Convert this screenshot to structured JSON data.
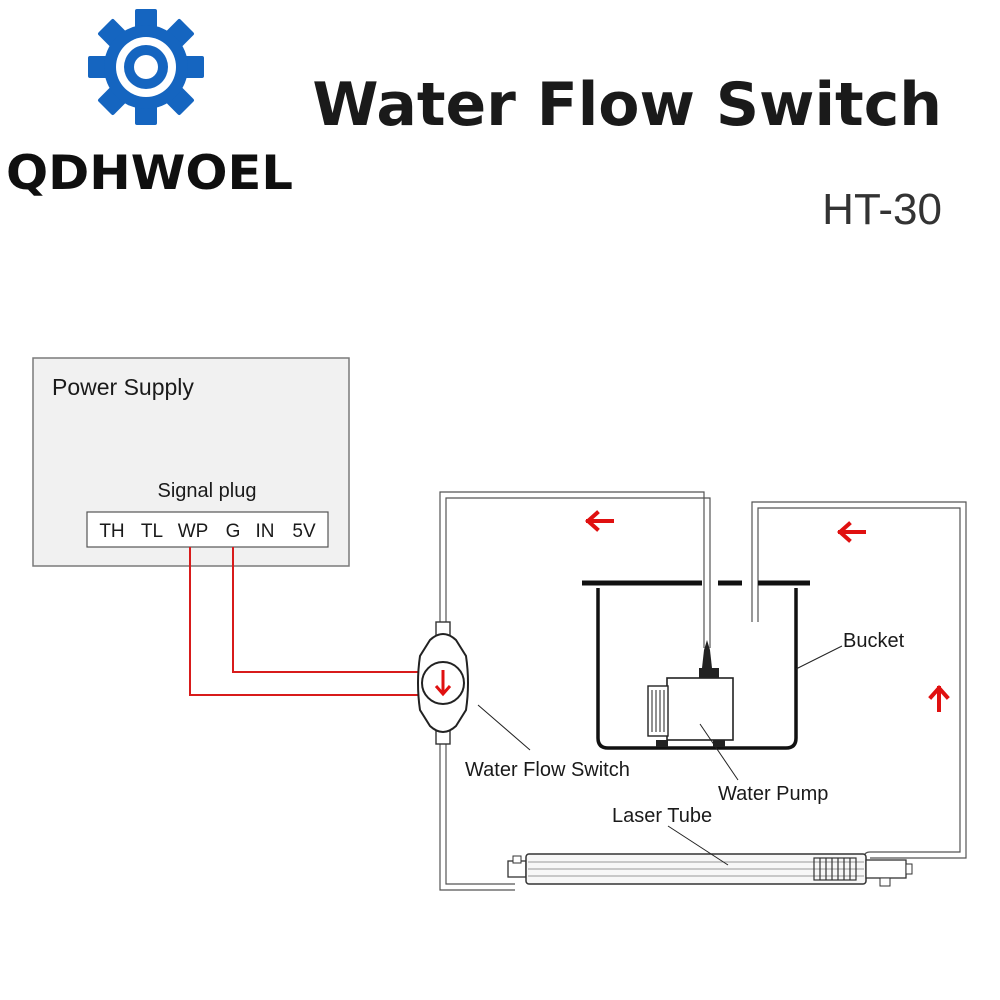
{
  "brand": {
    "name": "QDHWOEL",
    "logo": "gear-logo"
  },
  "header": {
    "title": "Water Flow Switch",
    "model": "HT-30"
  },
  "power_supply": {
    "title": "Power Supply",
    "signal_plug_label": "Signal plug",
    "pins": [
      "TH",
      "TL",
      "WP",
      "G",
      "IN",
      "5V"
    ]
  },
  "labels": {
    "bucket": "Bucket",
    "water_flow_switch": "Water Flow Switch",
    "water_pump": "Water Pump",
    "laser_tube": "Laser Tube"
  },
  "colors": {
    "brand_blue": "#1565C0",
    "wire_red": "#d81b1b",
    "arrow_red": "#e01010",
    "pipe": "#555555",
    "box_fill": "#f1f1f1"
  }
}
